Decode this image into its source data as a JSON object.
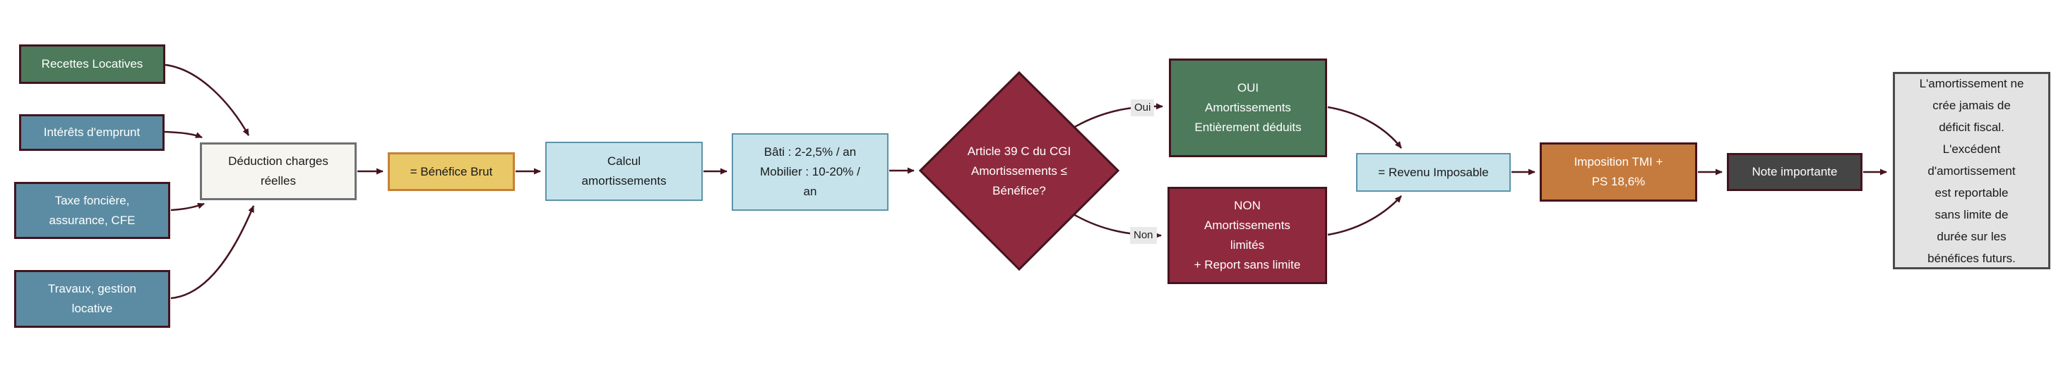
{
  "diagram": {
    "topic": "LMNP amortissements flowchart",
    "background": "#ffffff",
    "colors": {
      "arrow_maroon": "#44141f",
      "green": "#4c7a5b",
      "steel_blue": "#5b8ca3",
      "cream": "#f6f5ef",
      "yellow": "#e9c868",
      "yellow_border": "#c6803c",
      "light_blue": "#c6e3ec",
      "light_blue_border": "#5d93a8",
      "dark_red": "#8f2a3e",
      "orange": "#c57b3d",
      "dark_gray": "#454545",
      "note_gray": "#e3e3e3"
    }
  },
  "nodes": {
    "recettes": {
      "label": "Recettes Locatives"
    },
    "interets": {
      "label": "Intérêts d'emprunt"
    },
    "taxe": {
      "label": "Taxe foncière,\nassurance, CFE"
    },
    "travaux": {
      "label": "Travaux, gestion\nlocative"
    },
    "deduction": {
      "label": "Déduction charges\nréelles"
    },
    "benefice": {
      "label": "= Bénéfice Brut"
    },
    "calcul": {
      "label": "Calcul\namortissements"
    },
    "taux": {
      "label": "Bâti : 2-2,5% / an\nMobilier : 10-20% /\nan"
    },
    "decision": {
      "label": "Article 39 C du CGI\nAmortissements ≤\nBénéfice?"
    },
    "oui_branch": {
      "label": "OUI\nAmortissements\nEntièrement déduits"
    },
    "non_branch": {
      "label": "NON\nAmortissements\nlimités\n+ Report sans limite"
    },
    "revenu": {
      "label": "= Revenu Imposable"
    },
    "imposition": {
      "label": "Imposition TMI +\nPS 18,6%"
    },
    "note": {
      "label": "Note importante"
    },
    "note_detail": {
      "label": "L'amortissement ne\ncrée jamais de\ndéficit fiscal.\nL'excédent\nd'amortissement\nest reportable\nsans limite de\ndurée sur les\nbénéfices futurs."
    }
  },
  "edge_labels": {
    "oui": "Oui",
    "non": "Non"
  }
}
